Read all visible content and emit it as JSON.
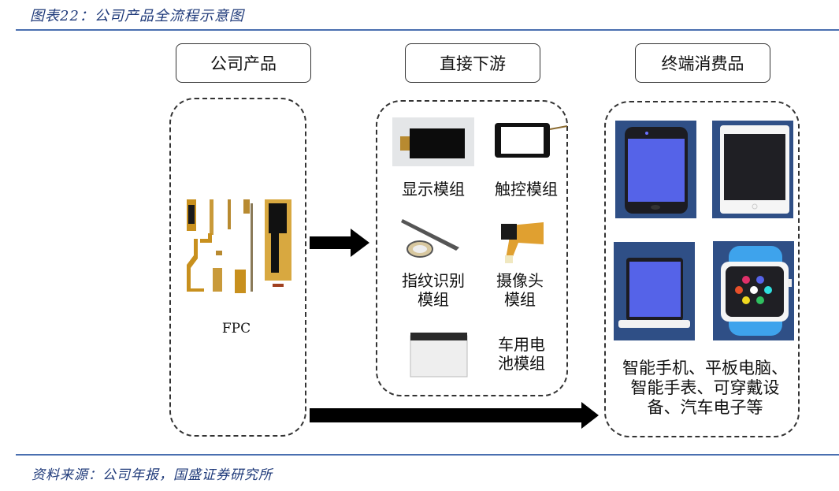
{
  "caption": "图表22：公司产品全流程示意图",
  "source": "资料来源：公司年报，国盛证券研究所",
  "columns": {
    "company": {
      "title": "公司产品",
      "product_label": "FPC"
    },
    "downstream": {
      "title": "直接下游",
      "items": [
        {
          "label": "显示模组",
          "icon": "display-module-icon"
        },
        {
          "label": "触控模组",
          "icon": "touch-module-icon"
        },
        {
          "label": "指纹识别\n模组",
          "line1": "指纹识别",
          "line2": "模组",
          "icon": "fingerprint-module-icon"
        },
        {
          "label": "摄像头\n模组",
          "line1": "摄像头",
          "line2": "模组",
          "icon": "camera-module-icon"
        },
        {
          "label": "车用电\n池模组",
          "line1": "车用电",
          "line2": "池模组",
          "icon": "car-battery-module-icon"
        }
      ]
    },
    "consumer": {
      "title": "终端消费品",
      "devices": [
        "smartphone-icon",
        "tablet-icon",
        "laptop-icon",
        "smartwatch-icon"
      ],
      "description_lines": [
        "智能手机、平板电脑、",
        "智能手表、可穿戴设",
        "备、汽车电子等"
      ]
    }
  },
  "colors": {
    "accent": "#1f3a7a",
    "rule": "#4a6fb0",
    "device_bg": "#2f4f86",
    "screen": "#5563e8"
  }
}
